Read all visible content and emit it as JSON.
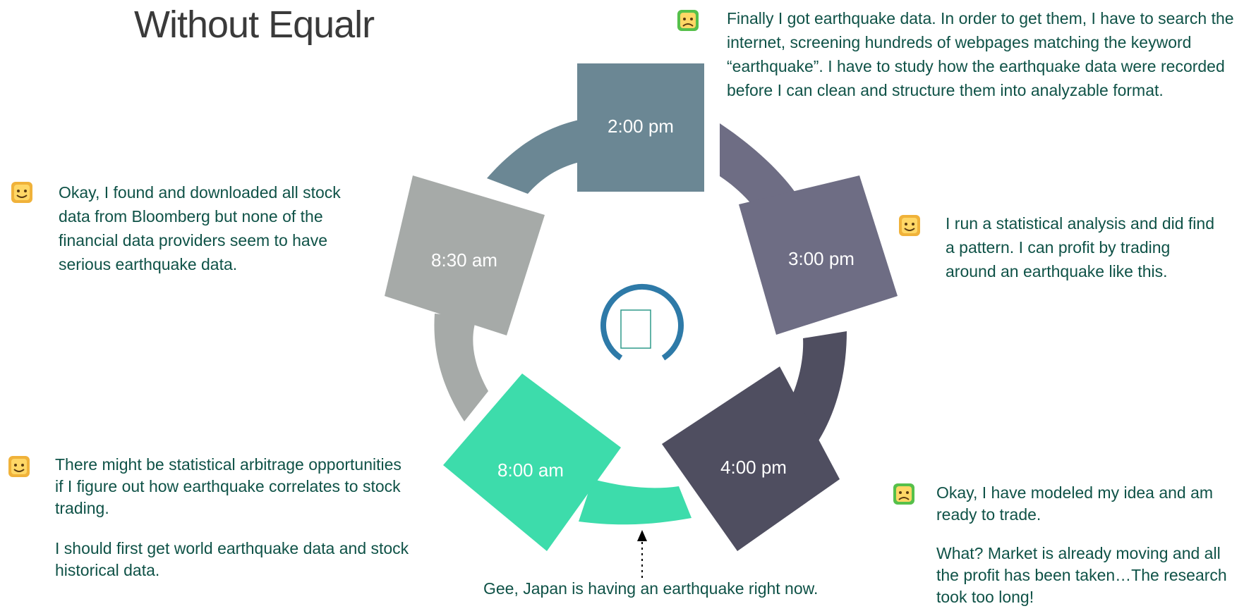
{
  "title": "Without Equalr",
  "colors": {
    "text": "#0f5247",
    "step_830": "#a6aaa8",
    "step_200": "#6b8794",
    "step_300": "#6e6d84",
    "step_400": "#4f4e60",
    "step_800": "#3ddcab",
    "center_ring": "#2e7aa8"
  },
  "steps": [
    {
      "time": "8:30 am"
    },
    {
      "time": "2:00 pm"
    },
    {
      "time": "3:00 pm"
    },
    {
      "time": "4:00 pm"
    },
    {
      "time": "8:00 am"
    }
  ],
  "notes": {
    "n830": [
      "Okay, I found and downloaded all stock",
      "data from Bloomberg but none of the",
      "financial data providers seem to have",
      "serious earthquake data."
    ],
    "n200": [
      "Finally I got earthquake data. In order to get them, I have to search the",
      "internet, screening hundreds of webpages matching the keyword",
      "“earthquake”. I have to study how the earthquake data were recorded",
      "before I can clean and structure them into analyzable format."
    ],
    "n300": [
      "I run a statistical analysis and did find",
      "a pattern. I can profit by trading",
      "around an earthquake like this."
    ],
    "n800_a": [
      "There might be statistical arbitrage opportunities",
      "if I figure out how earthquake correlates to stock",
      "trading."
    ],
    "n800_b": [
      "I should first get world earthquake data and stock",
      "historical data."
    ],
    "n400_a": [
      "Okay, I have modeled my idea and am",
      "ready to trade."
    ],
    "n400_b": [
      "What? Market is already moving and all",
      "the profit has been taken…The research",
      "took too long!"
    ]
  },
  "caption": "Gee, Japan is having an earthquake right now.",
  "icons": {
    "happy": "smiling-face-icon",
    "sad": "frowning-face-icon"
  }
}
